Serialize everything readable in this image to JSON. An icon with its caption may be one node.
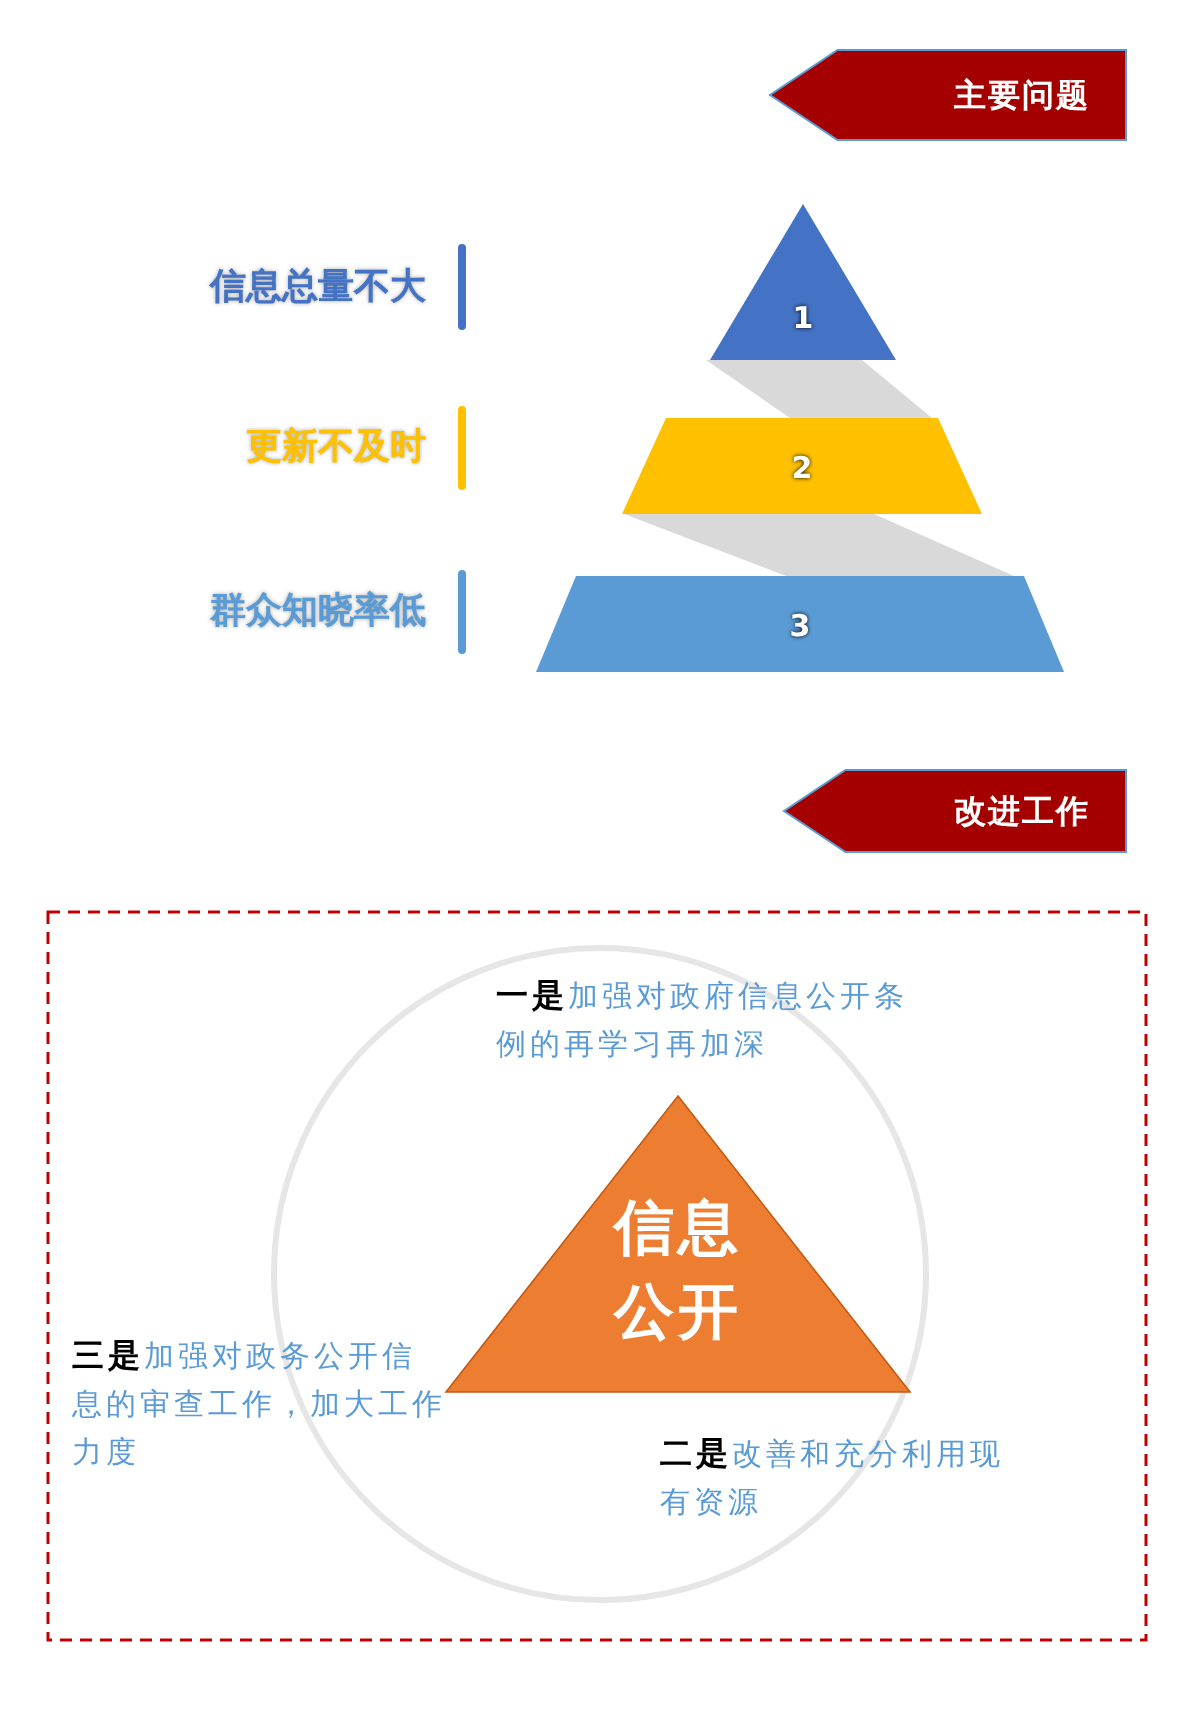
{
  "diagram": {
    "nodes": [
      {
        "text": [
          "主要问题"
        ]
      },
      {
        "text": [
          "1"
        ]
      },
      {
        "text": [
          "2"
        ]
      },
      {
        "text": [
          "3"
        ]
      },
      {
        "text": [
          "改进工作"
        ]
      },
      {
        "text": [],
        "shape": "box"
      },
      {
        "text": [
          "信息公开"
        ],
        "in": 5
      }
    ],
    "labels": [
      "信息总量不大",
      "更新不及时",
      "群众知晓率低",
      "**一是**加强对政府信息公开条例的再学习再加深",
      "**二是**改善和充分利用现有资源",
      "**三是**加强对政务公开信息的审查工作，加大工作力度"
    ]
  }
}
